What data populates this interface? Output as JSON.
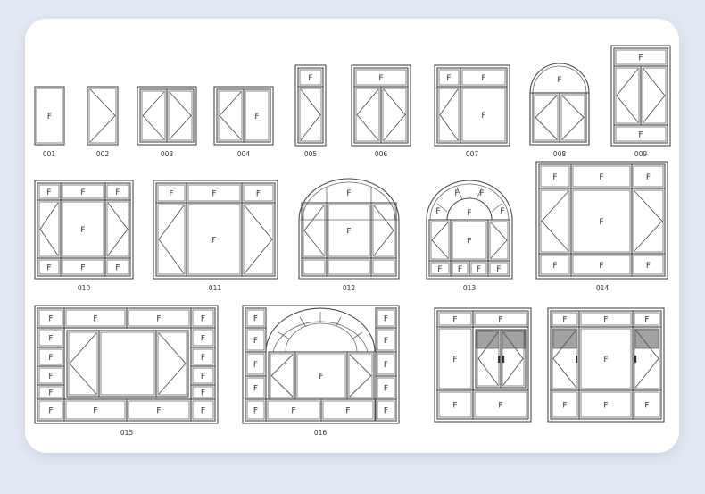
{
  "panel_letter": "F",
  "style": {
    "background": "#e3e9f3",
    "card": "#ffffff",
    "line": "#4a4a4a"
  },
  "windows": [
    {
      "code": "001"
    },
    {
      "code": "002"
    },
    {
      "code": "003"
    },
    {
      "code": "004"
    },
    {
      "code": "005"
    },
    {
      "code": "006"
    },
    {
      "code": "007"
    },
    {
      "code": "008"
    },
    {
      "code": "009"
    },
    {
      "code": "010"
    },
    {
      "code": "011"
    },
    {
      "code": "012"
    },
    {
      "code": "013"
    },
    {
      "code": "014"
    },
    {
      "code": "015"
    },
    {
      "code": "016"
    },
    {
      "code": ""
    },
    {
      "code": ""
    }
  ]
}
